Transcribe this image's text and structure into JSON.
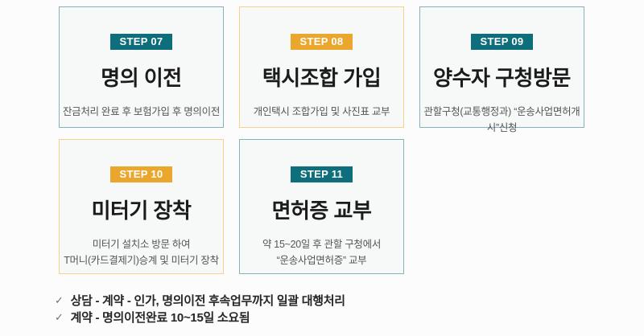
{
  "colors": {
    "teal_badge": "#0f6e7b",
    "teal_border": "#82b3bd",
    "yellow_badge": "#eba62e",
    "yellow_border": "#f5d288",
    "card_background": "#f7f8f8",
    "page_background": "#fcfcfc"
  },
  "steps": [
    {
      "badge": "STEP 07",
      "title": "명의 이전",
      "desc_lines": [
        "잔금처리 완료 후 보험가입 후 명의이전"
      ],
      "theme": "teal",
      "row": 1
    },
    {
      "badge": "STEP 08",
      "title": "택시조합 가입",
      "desc_lines": [
        "개인택시 조합가입 및 사진표 교부"
      ],
      "theme": "yellow",
      "row": 1
    },
    {
      "badge": "STEP 09",
      "title": "양수자 구청방문",
      "desc_lines": [
        "관할구청(교통행정과) “운송사업면허개시”신청"
      ],
      "theme": "teal",
      "row": 1
    },
    {
      "badge": "STEP 10",
      "title": "미터기 장착",
      "desc_lines": [
        "미터기 설치소 방문 하여",
        "T머니(카드결제기)승계 및 미터기 장착"
      ],
      "theme": "yellow",
      "row": 2
    },
    {
      "badge": "STEP 11",
      "title": "면허증 교부",
      "desc_lines": [
        "약 15~20일 후 관할 구청에서",
        "“운송사업면허증” 교부"
      ],
      "theme": "teal",
      "row": 2
    }
  ],
  "notes": {
    "check_icon": "✓",
    "items": [
      "상담 - 계약 - 인가, 명의이전 후속업무까지 일괄 대행처리",
      "계약 - 명의이전완료 10~15일 소요됨"
    ]
  }
}
